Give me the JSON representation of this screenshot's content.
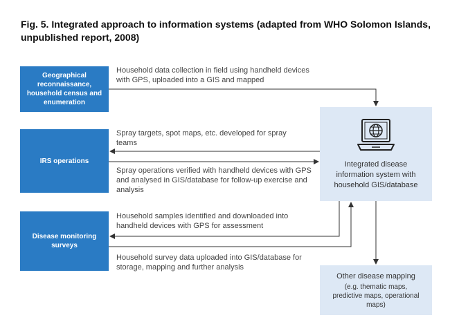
{
  "figure": {
    "title": "Fig. 5. Integrated approach to information systems (adapted from WHO Solomon Islands, unpublished report, 2008)"
  },
  "boxes": {
    "geo": "Geographical reconnaissance, household census and enumeration",
    "irs": "IRS operations",
    "disease": "Disease monitoring surveys",
    "integrated": "Integrated disease information system with household GIS/database",
    "other_title": "Other disease mapping",
    "other_sub": "(e.g. thematic maps, predictive maps, operational maps)"
  },
  "labels": {
    "geo_flow": "Household data collection in field using handheld devices with GPS, uploaded into a GIS and mapped",
    "spray_targets": "Spray targets, spot maps, etc. developed for spray teams",
    "spray_verified": "Spray operations verified with handheld devices with GPS  and analysed in GIS/database for follow-up exercise and analysis",
    "samples": "Household samples identified and downloaded into handheld devices with GPS for assessment",
    "survey_upload": "Household survey data uploaded into GIS/database for storage, mapping and further analysis"
  },
  "icons": {
    "integrated": "laptop-globe-icon"
  },
  "colors": {
    "blue_box": "#2a7bc4",
    "light_box": "#dde8f5",
    "arrow": "#333333"
  }
}
